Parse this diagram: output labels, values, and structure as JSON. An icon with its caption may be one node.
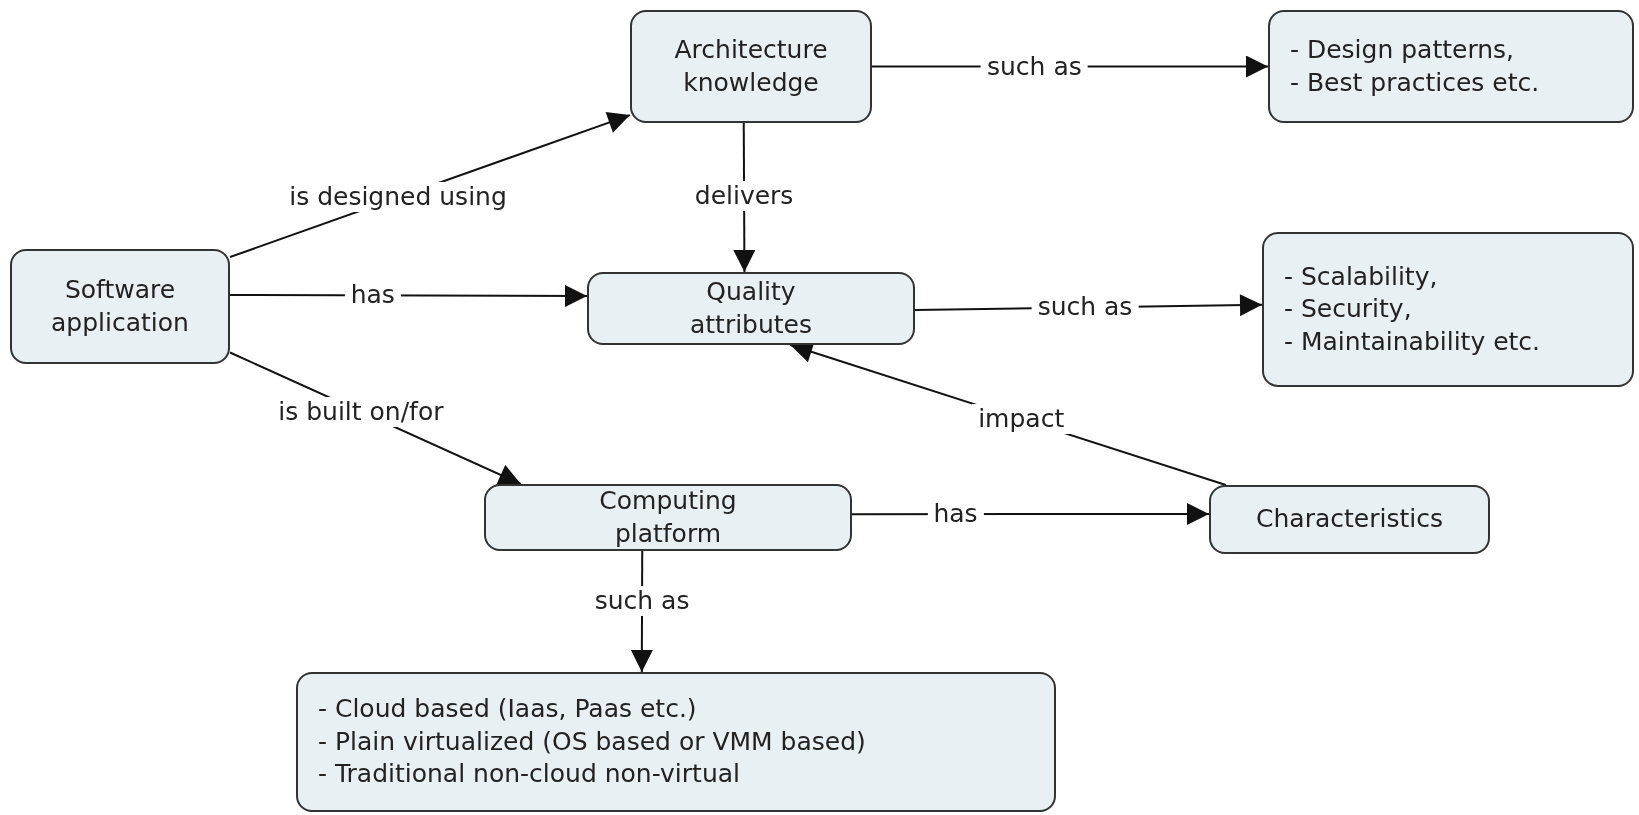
{
  "diagram": {
    "nodes": [
      {
        "text": [
          "Software application"
        ]
      },
      {
        "text": [
          "Architecture knowledge"
        ]
      },
      {
        "text": [
          "- Design patterns,",
          "- Best practices etc."
        ]
      },
      {
        "text": [
          "Quality attributes"
        ]
      },
      {
        "text": [
          "- Scalability,",
          "- Security,",
          "- Maintainability etc."
        ]
      },
      {
        "text": [
          "Computing platform"
        ]
      },
      {
        "text": [
          "Characteristics"
        ]
      },
      {
        "text": [
          "- Cloud based (Iaas, Paas etc.)",
          "- Plain virtualized (OS based or VMM based)",
          "- Traditional non-cloud non-virtual"
        ]
      }
    ],
    "edges": [
      {
        "from": 0,
        "to": 1,
        "arrow": "to",
        "label": "is designed using"
      },
      {
        "from": 1,
        "to": 2,
        "arrow": "to",
        "label": "such as"
      },
      {
        "from": 1,
        "to": 3,
        "arrow": "to",
        "label": "delivers"
      },
      {
        "from": 0,
        "to": 3,
        "arrow": "to",
        "label": "has"
      },
      {
        "from": 3,
        "to": 4,
        "arrow": "to",
        "label": "such as"
      },
      {
        "from": 0,
        "to": 5,
        "arrow": "to",
        "label": "is built on/for"
      },
      {
        "from": 5,
        "to": 6,
        "arrow": "to",
        "label": "has"
      },
      {
        "from": 6,
        "to": 3,
        "arrow": "to",
        "label": "impact"
      },
      {
        "from": 5,
        "to": 7,
        "arrow": "to",
        "label": "such as"
      }
    ]
  }
}
